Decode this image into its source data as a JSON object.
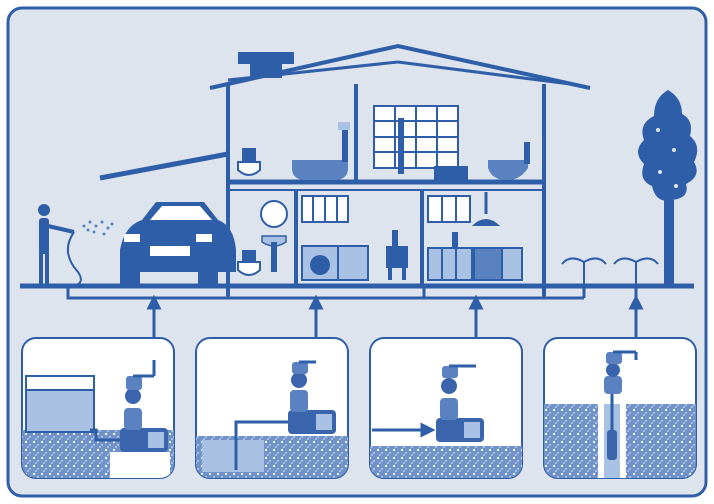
{
  "colors": {
    "frame_bg": "#dde4ee",
    "frame_border": "#2f5fa8",
    "line": "#2f5ea8",
    "fill_dark": "#2d5ba4",
    "fill_mid": "#5a82c0",
    "fill_light": "#a9c1e3",
    "panel_bg": "#ffffff",
    "ground": "#7a9bd0",
    "ground_dot": "#ffffff",
    "pump": "#3a64ac"
  },
  "scene": {
    "elements": [
      "house",
      "car",
      "person-with-hose",
      "tree",
      "garden-sprinklers",
      "water-supply-pipe"
    ]
  },
  "panels": [
    {
      "id": "tank-supply",
      "source": "storage-tank"
    },
    {
      "id": "cistern-supply",
      "source": "underground-cistern"
    },
    {
      "id": "mains-supply",
      "source": "pipe-inlet"
    },
    {
      "id": "well-supply",
      "source": "borehole-well"
    }
  ]
}
